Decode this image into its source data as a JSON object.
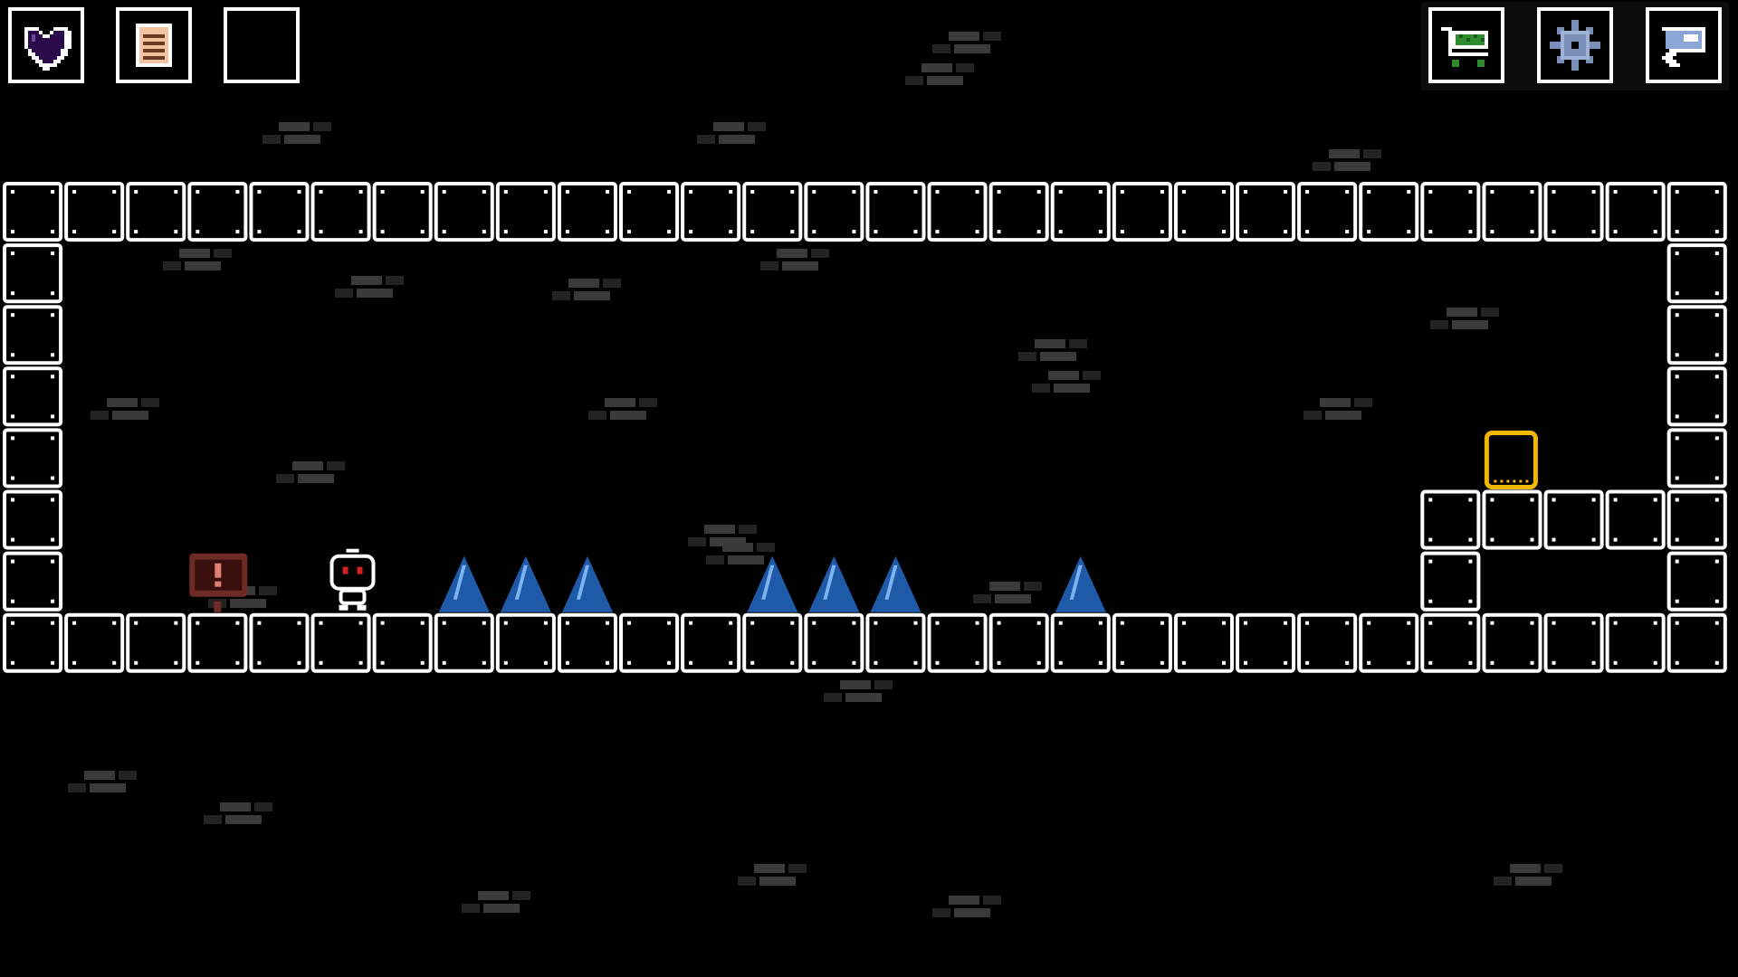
{
  "game": {
    "title": "",
    "scene": "level"
  },
  "hud": {
    "left": [
      {
        "name": "health-heart",
        "icon": "heart-icon",
        "color": "#2a0a4a",
        "interactable": false
      },
      {
        "name": "journal-button",
        "icon": "notes-icon",
        "color": "#f3c3a3",
        "interactable": true
      },
      {
        "name": "empty-slot",
        "icon": "empty-slot-icon",
        "color": "#000000",
        "interactable": false
      }
    ],
    "right": [
      {
        "name": "shop-button",
        "icon": "shopping-cart-icon",
        "color": "#2e8b2e",
        "interactable": true
      },
      {
        "name": "settings-button",
        "icon": "gear-icon",
        "color": "#7a8fb8",
        "interactable": true
      },
      {
        "name": "back-button",
        "icon": "return-arrow-icon",
        "color": "#8aa6d6",
        "interactable": true
      }
    ]
  },
  "colors": {
    "background": "#000000",
    "tile_border": "#ffffff",
    "tile_fill": "#000000",
    "spike": "#1e5aa8",
    "spike_highlight": "#7fb3f0",
    "exit_door": "#f2b700",
    "sign": "#6e2a24",
    "player_eyes": "#d42020",
    "bg_brick": "#3a3a3a"
  },
  "entities": {
    "player": {
      "icon": "robot-player-icon"
    },
    "sign": {
      "icon": "warning-sign-icon"
    },
    "exit": {
      "icon": "exit-door-icon"
    },
    "spikes": {
      "icon": "spike-icon",
      "count": 7
    }
  }
}
